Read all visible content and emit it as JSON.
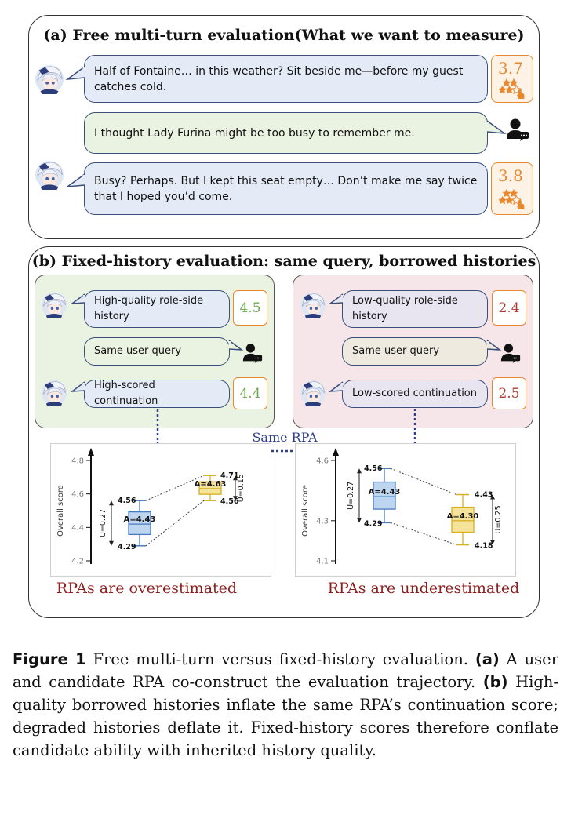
{
  "panel_a": {
    "title": "(a) Free multi-turn evaluation(What we want to measure)",
    "turns": [
      {
        "speaker": "role",
        "text": "Half of Fontaine… in this weather? Sit beside me—before my guest catches cold.",
        "score": "3.7"
      },
      {
        "speaker": "user",
        "text": "I thought Lady Furina might be too busy to remember me."
      },
      {
        "speaker": "role",
        "text": "Busy? Perhaps. But I kept this seat empty… Don’t make me say twice that I hoped you’d come.",
        "score": "3.8"
      }
    ]
  },
  "panel_b": {
    "title": "(b) Fixed-history evaluation: same query, borrowed histories",
    "left": {
      "history": "High-quality role-side history",
      "history_score": "4.5",
      "query": "Same user query",
      "continuation": "High-scored continuation",
      "continuation_score": "4.4",
      "verdict": "RPAs are overestimated"
    },
    "right": {
      "history": "Low-quality role-side history",
      "history_score": "2.4",
      "query": "Same user query",
      "continuation": "Low-scored continuation",
      "continuation_score": "2.5",
      "verdict": "RPAs are underestimated"
    },
    "link_label": "Same RPA"
  },
  "colors": {
    "role_bubble": "#e4eaf6",
    "user_bubble": "#eaf3e2",
    "score_border": "#e8892f",
    "green_panel": "#eaf3e2",
    "red_panel": "#f6e6ea",
    "verdict_red": "#8b1f1f",
    "link_blue": "#2f3f8a",
    "box_blue": "#bdd5ee",
    "box_yellow": "#f6e39a"
  },
  "chart_data": [
    {
      "type": "box",
      "ylabel": "Overall score",
      "yticks": [
        "4.2",
        "4.4",
        "4.6",
        "4.8"
      ],
      "ylim": [
        4.2,
        4.8
      ],
      "boxes": [
        {
          "color": "blue",
          "mean_label": "A=4.43",
          "upper": 4.56,
          "lower": 4.29,
          "upper_label": "4.56",
          "lower_label": "4.29",
          "range_label": "U=0.27"
        },
        {
          "color": "yellow",
          "mean_label": "A=4.63",
          "upper": 4.71,
          "lower": 4.56,
          "upper_label": "4.71",
          "lower_label": "4.56",
          "range_label": "U=0.15"
        }
      ]
    },
    {
      "type": "box",
      "ylabel": "Overall score",
      "yticks": [
        "4.1",
        "4.3",
        "4.6"
      ],
      "ylim": [
        4.1,
        4.6
      ],
      "boxes": [
        {
          "color": "blue",
          "mean_label": "A=4.43",
          "upper": 4.56,
          "lower": 4.29,
          "upper_label": "4.56",
          "lower_label": "4.29",
          "range_label": "U=0.27"
        },
        {
          "color": "yellow",
          "mean_label": "A=4.30",
          "upper": 4.43,
          "lower": 4.18,
          "upper_label": "4.43",
          "lower_label": "4.18",
          "range_label": "U=0.25"
        }
      ]
    }
  ],
  "caption": {
    "fig_label": "Figure 1",
    "fig_text": "Free multi-turn versus fixed-history evaluation.",
    "a_label": "(a)",
    "a_text": "A user and candidate RPA co-construct the evaluation trajectory.",
    "b_label": "(b)",
    "b_text": "High-quality borrowed histories inflate the same RPA’s continuation score; degraded histories deflate it. Fixed-history scores therefore conflate candidate ability with inherited history quality."
  }
}
